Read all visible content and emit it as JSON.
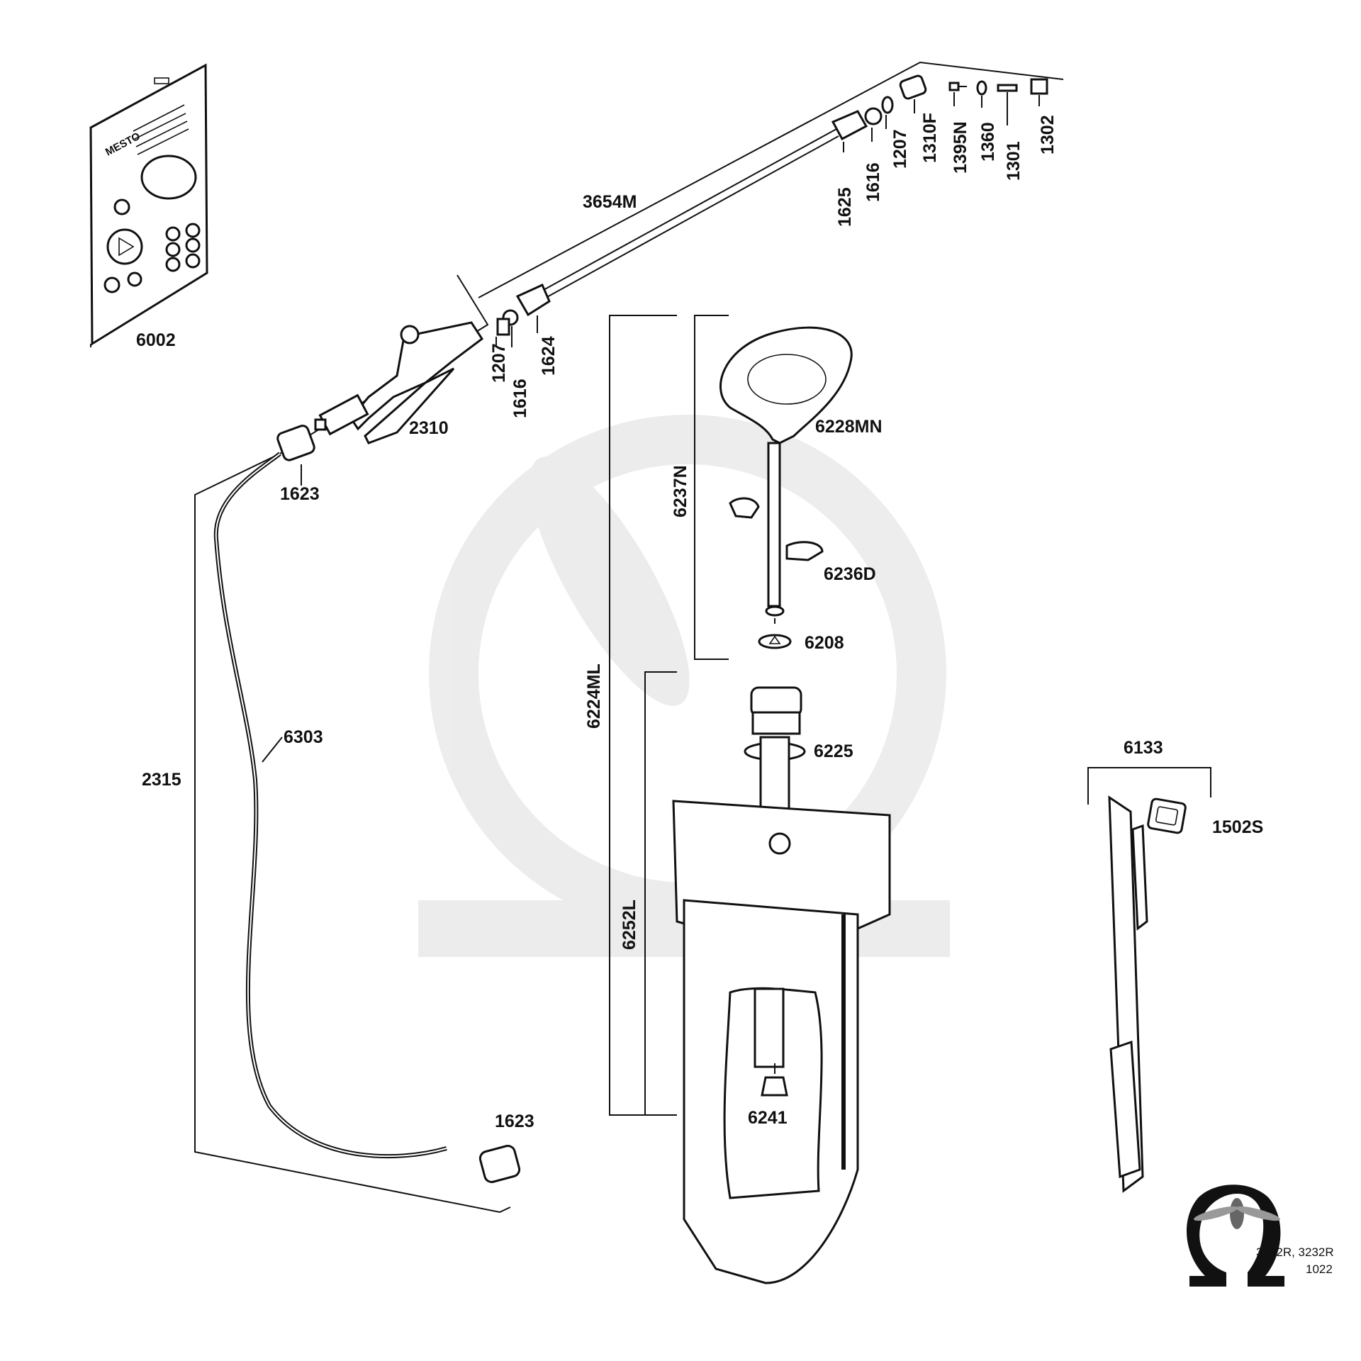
{
  "brand": "MESTO",
  "footer": {
    "models": "3232R, 3232R",
    "date_code": "1022"
  },
  "labels": {
    "p6002": "6002",
    "p3654M": "3654M",
    "p1625": "1625",
    "p1616_top": "1616",
    "p1207_top": "1207",
    "p1310F": "1310F",
    "p1395N": "1395N",
    "p1360": "1360",
    "p1301": "1301",
    "p1302": "1302",
    "p1207_mid": "1207",
    "p1616_mid": "1616",
    "p1624": "1624",
    "p2310": "2310",
    "p1623_top": "1623",
    "p6303": "6303",
    "p2315": "2315",
    "p1623_bottom": "1623",
    "p6228MN": "6228MN",
    "p6237N": "6237N",
    "p6236D": "6236D",
    "p6208": "6208",
    "p6224ML": "6224ML",
    "p6225": "6225",
    "p6252L": "6252L",
    "p6241": "6241",
    "p6133": "6133",
    "p1502S": "1502S"
  }
}
